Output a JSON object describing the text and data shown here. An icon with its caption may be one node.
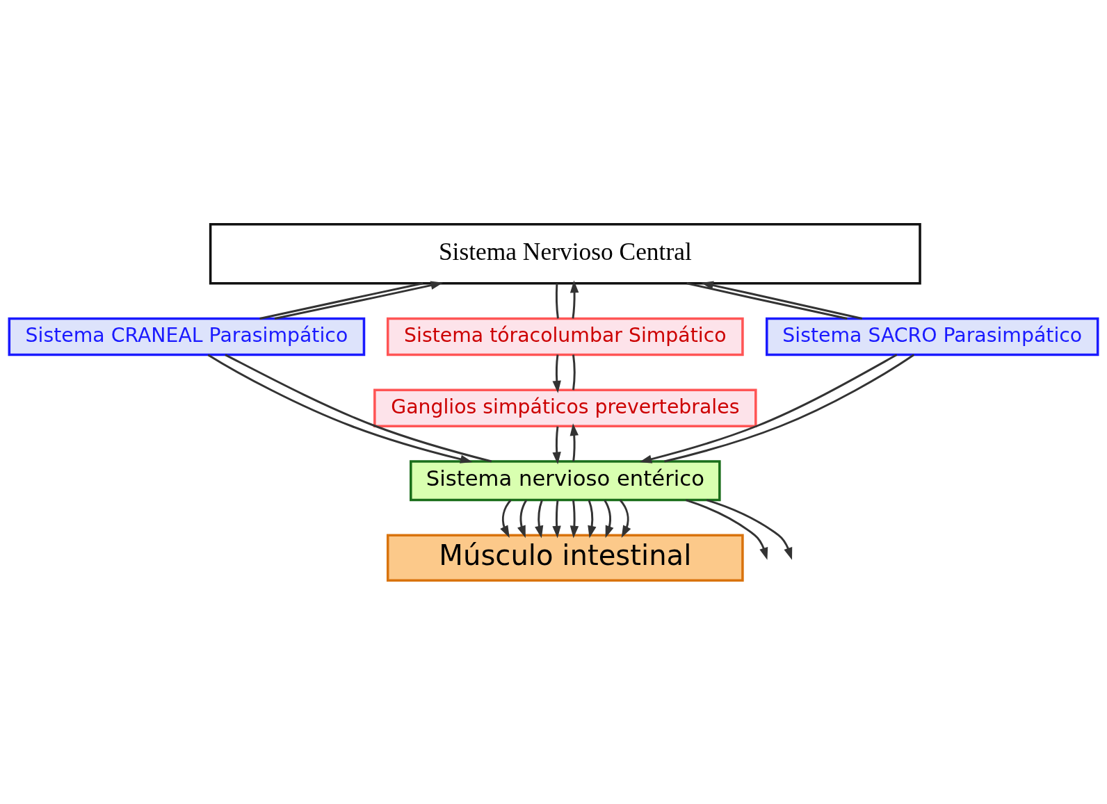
{
  "diagram": {
    "nodes": [
      {
        "text": [
          "Sistema Nervioso Central"
        ]
      },
      {
        "text": [
          "Sistema CRANEAL Parasimpático"
        ]
      },
      {
        "text": [
          "Sistema tóracolumbar Simpático"
        ]
      },
      {
        "text": [
          "Sistema SACRO Parasimpático"
        ]
      },
      {
        "text": [
          "Ganglios simpáticos prevertebrales"
        ]
      },
      {
        "text": [
          "Sistema nervioso entérico"
        ]
      },
      {
        "text": [
          "Músculo intestinal"
        ]
      }
    ],
    "edges": [
      {
        "from": 0,
        "to": 1,
        "arrow": "none"
      },
      {
        "from": 1,
        "to": 0,
        "arrow": "to"
      },
      {
        "from": 0,
        "to": 2,
        "arrow": "none"
      },
      {
        "from": 2,
        "to": 0,
        "arrow": "to"
      },
      {
        "from": 0,
        "to": 3,
        "arrow": "none"
      },
      {
        "from": 3,
        "to": 0,
        "arrow": "to"
      },
      {
        "from": 1,
        "to": 5,
        "arrow": "to"
      },
      {
        "from": 5,
        "to": 1,
        "arrow": "none"
      },
      {
        "from": 2,
        "to": 4,
        "arrow": "to"
      },
      {
        "from": 4,
        "to": 2,
        "arrow": "none"
      },
      {
        "from": 3,
        "to": 5,
        "arrow": "to"
      },
      {
        "from": 5,
        "to": 3,
        "arrow": "none"
      },
      {
        "from": 4,
        "to": 5,
        "arrow": "to"
      },
      {
        "from": 5,
        "to": 4,
        "arrow": "to"
      },
      {
        "from": 5,
        "to": null,
        "arrow": "to"
      },
      {
        "from": 5,
        "to": 6,
        "arrow": "to"
      },
      {
        "from": 5,
        "to": 6,
        "arrow": "to"
      },
      {
        "from": 5,
        "to": 6,
        "arrow": "to"
      },
      {
        "from": 5,
        "to": 6,
        "arrow": "to"
      },
      {
        "from": 5,
        "to": 6,
        "arrow": "to"
      },
      {
        "from": 5,
        "to": 6,
        "arrow": "to"
      },
      {
        "from": 5,
        "to": 6,
        "arrow": "to"
      },
      {
        "from": 5,
        "to": 6,
        "arrow": "to"
      },
      {
        "from": 5,
        "to": null,
        "arrow": "to"
      }
    ]
  }
}
